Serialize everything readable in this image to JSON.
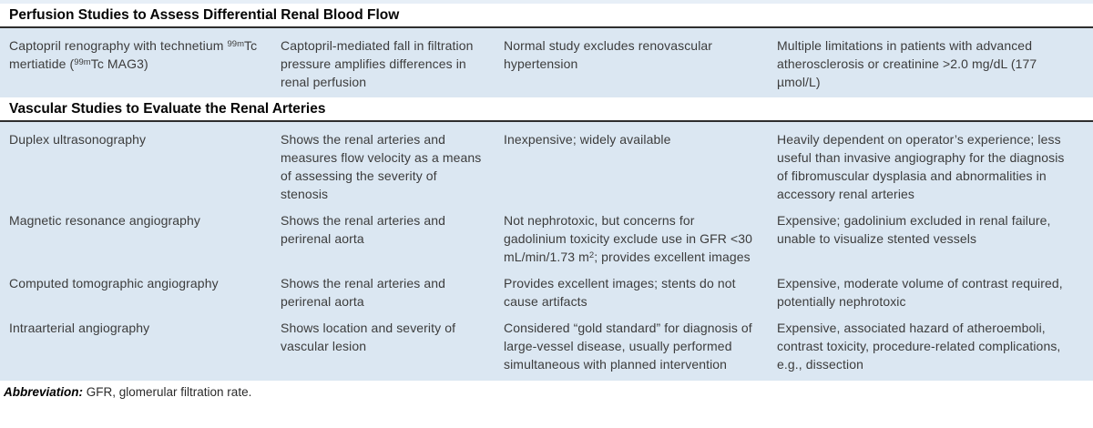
{
  "colors": {
    "row_background": "#dbe7f2",
    "top_sliver": "#e7eff7",
    "section_rule": "#2e2e2e",
    "body_text": "#3c3c3c",
    "header_text": "#050505"
  },
  "table": {
    "sections": [
      {
        "header": "Perfusion Studies to Assess Differential Renal Blood Flow",
        "rows": [
          {
            "cells": [
              [
                "Captopril renography with technetium ",
                {
                  "sup": "99m"
                },
                "Tc mertiatide (",
                {
                  "sup": "99m"
                },
                "Tc MAG3)"
              ],
              [
                "Captopril-mediated fall in filtration pressure amplifies differences in renal perfusion"
              ],
              [
                "Normal study excludes renovascular hypertension"
              ],
              [
                "Multiple limitations in patients with advanced atherosclerosis or creatinine >2.0 mg/dL (177 µmol/L)"
              ]
            ]
          }
        ]
      },
      {
        "header": "Vascular Studies to Evaluate the Renal Arteries",
        "rows": [
          {
            "cells": [
              [
                "Duplex ultrasonography"
              ],
              [
                "Shows the renal arteries and measures flow velocity as a means of assessing the severity of stenosis"
              ],
              [
                "Inexpensive; widely available"
              ],
              [
                "Heavily dependent on operator’s experience; less useful than invasive angiography for the diagnosis of fibromuscular dysplasia and abnormalities in accessory renal arteries"
              ]
            ]
          },
          {
            "cells": [
              [
                "Magnetic resonance angiography"
              ],
              [
                "Shows the renal arteries and perirenal aorta"
              ],
              [
                "Not nephrotoxic, but concerns for gadolinium toxicity exclude use in GFR <30 mL/min/1.73 m",
                {
                  "sup": "2"
                },
                "; provides excellent images"
              ],
              [
                "Expensive; gadolinium excluded in renal failure, unable to visualize stented vessels"
              ]
            ]
          },
          {
            "cells": [
              [
                "Computed tomographic angiography"
              ],
              [
                "Shows the renal arteries and perirenal aorta"
              ],
              [
                "Provides excellent images; stents do not cause artifacts"
              ],
              [
                "Expensive, moderate volume of contrast required, potentially nephrotoxic"
              ]
            ]
          },
          {
            "cells": [
              [
                "Intraarterial angiography"
              ],
              [
                "Shows location and severity of vascular lesion"
              ],
              [
                "Considered “gold standard” for diagnosis of large-vessel disease, usually performed simultaneous with planned intervention"
              ],
              [
                "Expensive, associated hazard of atheroemboli, contrast toxicity, procedure-related complications, e.g., dissection"
              ]
            ]
          }
        ]
      }
    ],
    "footnote": {
      "label": "Abbreviation:",
      "text": " GFR, glomerular filtration rate."
    }
  }
}
